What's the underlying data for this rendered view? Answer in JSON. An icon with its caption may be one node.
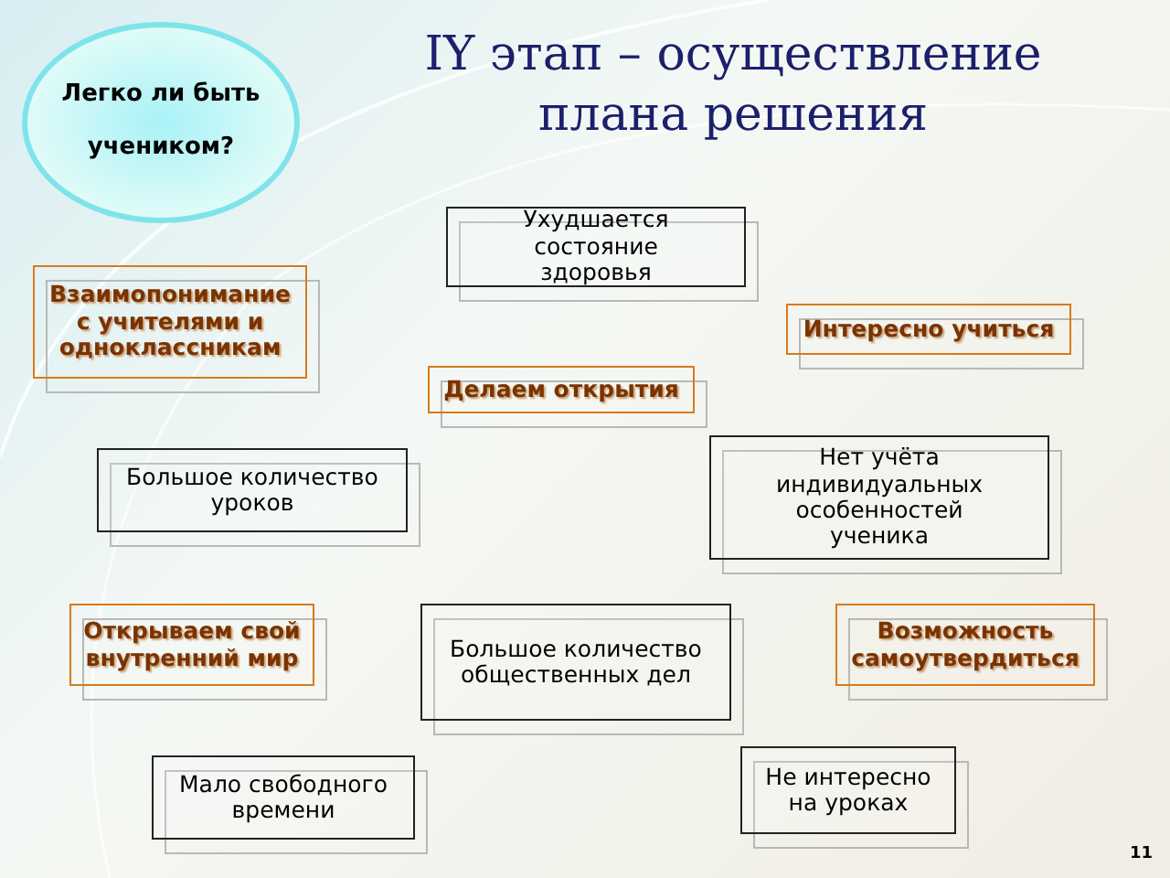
{
  "diagram": {
    "title": "IY этап – осуществление плана решения",
    "nodes": [
      {
        "text": [
          "Легко ли быть учеником?"
        ]
      },
      {
        "text": [
          "Ухудшается состояние здоровья"
        ]
      },
      {
        "text": [
          "Взаимопонимание с учителями и одноклассникам"
        ]
      },
      {
        "text": [
          "Интересно учиться"
        ]
      },
      {
        "text": [
          "Делаем открытия"
        ]
      },
      {
        "text": [
          "Большое количество уроков"
        ]
      },
      {
        "text": [
          "Нет учёта индивидуальных особенностей ученика"
        ]
      },
      {
        "text": [
          "Открываем свой внутренний мир"
        ]
      },
      {
        "text": [
          "Большое количество общественных дел"
        ]
      },
      {
        "text": [
          "Возможность самоутвердиться"
        ]
      },
      {
        "text": [
          "Мало свободного времени"
        ]
      },
      {
        "text": [
          "Не интересно на уроках"
        ]
      }
    ],
    "labels": [
      "11"
    ]
  }
}
